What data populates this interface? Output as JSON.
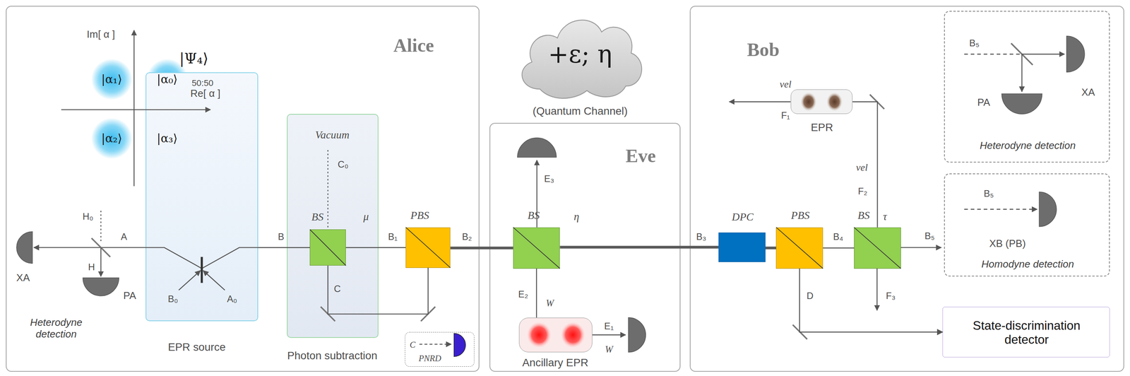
{
  "diagram": {
    "nodes": [
      {
        "text": [
          "Alice"
        ]
      },
      {
        "text": [
          "|α₁⟩"
        ],
        "in": 0
      },
      {
        "text": [
          "|α₀⟩"
        ],
        "in": 0
      },
      {
        "text": [
          "|α₂⟩"
        ],
        "in": 0
      },
      {
        "text": [
          "|α₃⟩"
        ],
        "in": 0
      },
      {
        "text": [
          "|Ψ₄⟩",
          "50:50",
          "EPR source"
        ],
        "in": 0
      },
      {
        "text": [
          "Vacuum",
          "Photon subtraction"
        ],
        "in": 0
      },
      {
        "text": [
          "BS"
        ],
        "in": 6
      },
      {
        "text": [
          "PBS"
        ],
        "in": 0
      },
      {
        "text": [
          "C",
          "PNRD"
        ],
        "in": 0
      },
      {
        "text": [
          "+ε; η",
          "(Quantum Channel)"
        ]
      },
      {
        "text": [
          "Eve"
        ]
      },
      {
        "text": [
          "BS"
        ],
        "in": 11
      },
      {
        "text": [
          "Ancillary EPR"
        ],
        "in": 11
      },
      {
        "text": [
          "Bob"
        ]
      },
      {
        "text": [
          "DPC"
        ],
        "in": 14
      },
      {
        "text": [
          "PBS"
        ],
        "in": 14
      },
      {
        "text": [
          "BS"
        ],
        "in": 14
      },
      {
        "text": [
          "EPR"
        ],
        "in": 14
      },
      {
        "text": [
          "Heterodyne detection"
        ],
        "in": 14
      },
      {
        "text": [
          "Homodyne detection"
        ],
        "in": 14
      },
      {
        "text": [
          "State-discrimination detector"
        ],
        "in": 14
      }
    ],
    "edges": [
      {
        "from": 5,
        "to": 7,
        "label": "B",
        "arrow": "none"
      },
      {
        "from": 7,
        "to": 8,
        "label": "B₁",
        "arrow": "none"
      },
      {
        "from": 7,
        "to": 8,
        "label": "C",
        "arrow": "none"
      },
      {
        "from": 8,
        "to": 12,
        "label": "B₂",
        "arrow": "none"
      },
      {
        "from": 12,
        "to": 15,
        "label": "B₃",
        "arrow": "none"
      },
      {
        "from": 15,
        "to": 16,
        "arrow": "none"
      },
      {
        "from": 16,
        "to": 17,
        "label": "B₄",
        "arrow": "none"
      },
      {
        "from": 13,
        "to": 12,
        "label": "E₂",
        "arrow": "none"
      },
      {
        "from": 18,
        "to": 17,
        "label": "F₂",
        "arrow": "none"
      },
      {
        "from": 16,
        "to": 21,
        "label": "D",
        "arrow": "to"
      }
    ],
    "labels": [
      "Im[ α ]",
      "Re[ α ]",
      "XA",
      "H₀",
      "H",
      "A",
      "PA",
      "Heterodyne detection",
      "B₀",
      "A₀",
      "C₀",
      "μ",
      "E₃",
      "η",
      "W",
      "E₁",
      "W",
      "vel",
      "F₁",
      "vel",
      "τ",
      "B₅",
      "F₃",
      "B₅",
      "PA",
      "XA",
      "B₅",
      "XB (PB)"
    ]
  }
}
